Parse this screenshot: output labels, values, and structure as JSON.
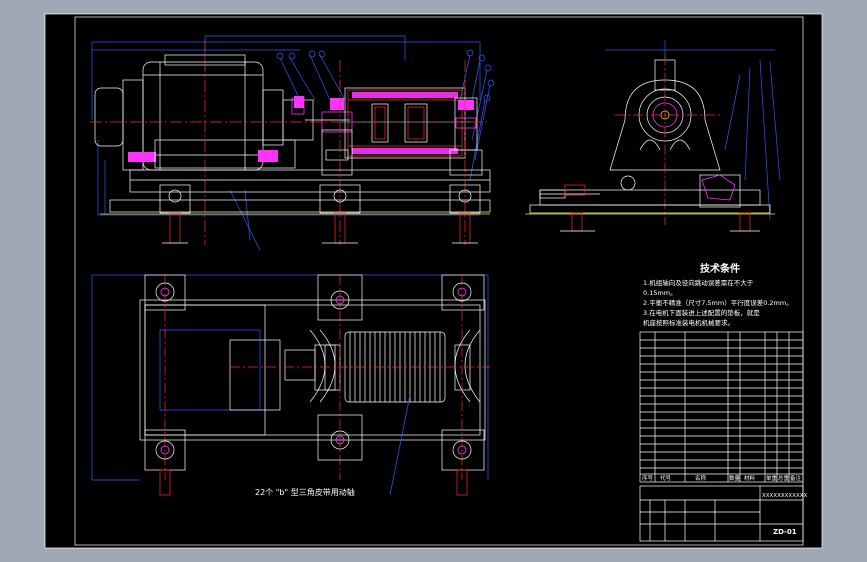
{
  "drawing": {
    "tech_title": "技术条件",
    "tech_notes": [
      "1.机组轴向及径向跳动误差需在不大于",
      "0.15mm。",
      "2.平衡不精准（尺寸7.5mm）平行度误差0.2mm。",
      "3.在电机下面装进上述配置的垫板，就是",
      "机座按照标准装电机机械要求。"
    ],
    "plan_annotation": "22个 \"b\" 型三角皮带用动轴",
    "bom_header": [
      "序号",
      "代号",
      "名称",
      "数量",
      "材料",
      "单重",
      "总重",
      "备注"
    ],
    "title_block": {
      "org": "XXXXXXXXXXXX",
      "drawing_no": "ZD-01"
    }
  },
  "colors": {
    "background": "#9ea9b5",
    "sheet": "#000000",
    "outline": "#ffffff",
    "blue": "#2f5bff",
    "red": "#ff2a2a",
    "magenta": "#ff33ff",
    "yellow": "#ffe600",
    "cyan": "#00e5ff"
  }
}
